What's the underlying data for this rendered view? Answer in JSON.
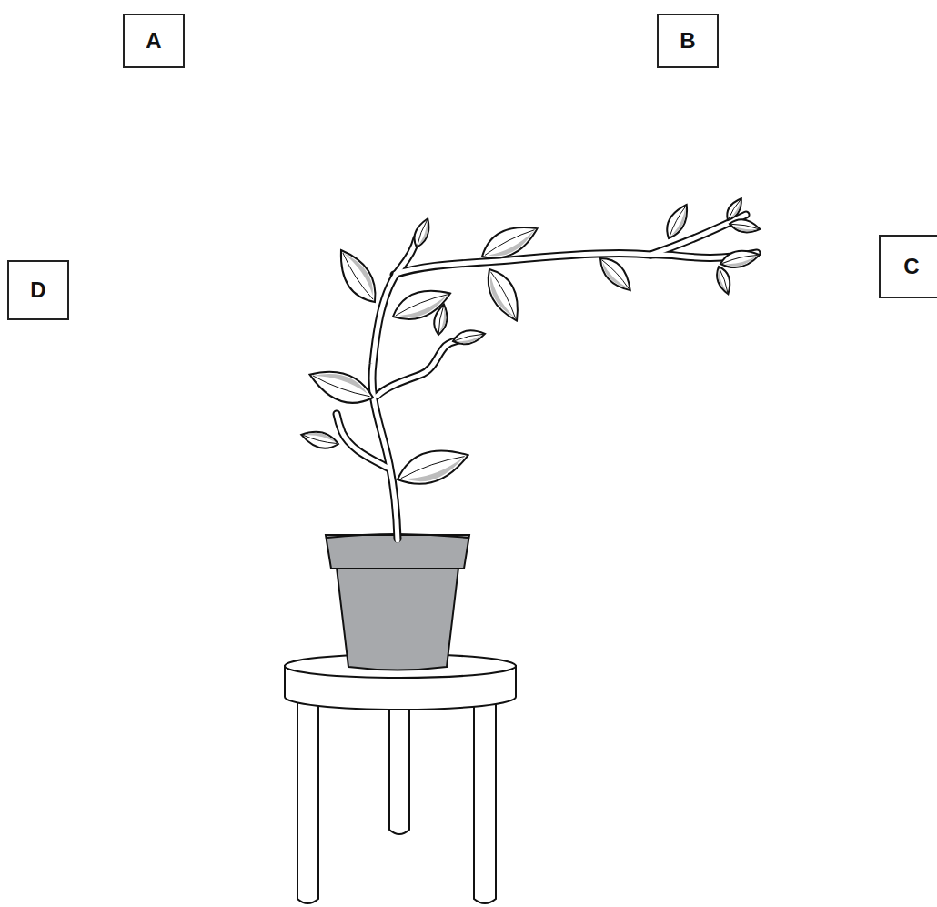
{
  "diagram": {
    "nodes": [
      {
        "text": [
          "A"
        ]
      },
      {
        "text": [
          "B"
        ]
      },
      {
        "text": [
          "D"
        ]
      },
      {
        "text": [
          "C"
        ]
      }
    ]
  }
}
